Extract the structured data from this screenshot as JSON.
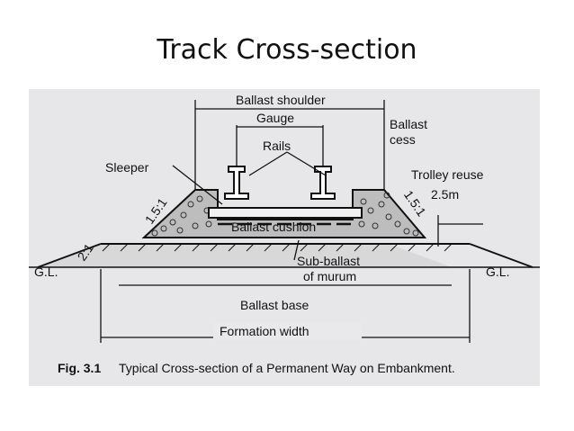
{
  "slide": {
    "title": "Track Cross-section"
  },
  "diagram": {
    "labels": {
      "ballast_shoulder": "Ballast shoulder",
      "gauge": "Gauge",
      "rails": "Rails",
      "ballast_cess_line1": "Ballast",
      "ballast_cess_line2": "cess",
      "sleeper": "Sleeper",
      "trolley_reuse": "Trolley reuse",
      "trolley_width": "2.5m",
      "slope_left": "1.5:1",
      "slope_right": "1.5:1",
      "embankment_slope": "2:1",
      "ballast_cushion": "Ballast cushion",
      "sub_ballast_line1": "Sub-ballast",
      "sub_ballast_line2": "of murum",
      "gl_left": "G.L.",
      "gl_right": "G.L.",
      "ballast_base": "Ballast base",
      "formation_width": "Formation width"
    },
    "caption": {
      "number": "Fig. 3.1",
      "text": "Typical Cross-section of a Permanent Way on Embankment."
    }
  }
}
